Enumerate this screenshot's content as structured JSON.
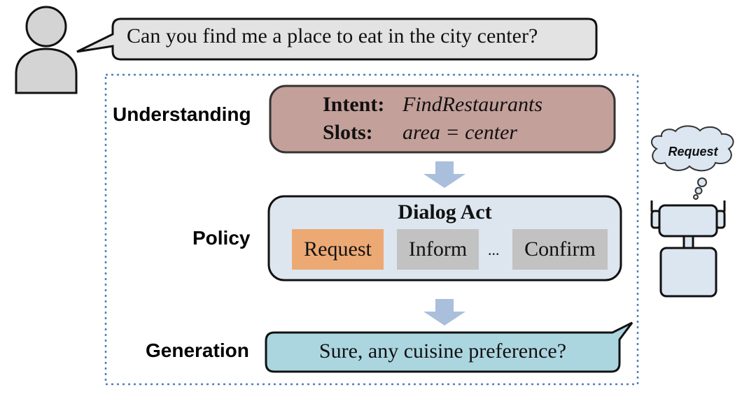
{
  "user_utterance": "Can you find me a place to eat in the city center?",
  "stages": {
    "understanding": "Understanding",
    "policy": "Policy",
    "generation": "Generation"
  },
  "nlu": {
    "intent_label": "Intent:",
    "intent_value": "FindRestaurants",
    "slots_label": "Slots:",
    "slots_value": "area = center"
  },
  "dialog_act": {
    "title": "Dialog Act",
    "acts": [
      {
        "label": "Request",
        "selected": true
      },
      {
        "label": "Inform",
        "selected": false
      },
      {
        "label": "Confirm",
        "selected": false
      }
    ],
    "ellipsis": "..."
  },
  "system_response": "Sure, any cuisine preference?",
  "robot_thought": "Request",
  "colors": {
    "user_bubble": "#e3e3e3",
    "understanding_box": "#c4a09a",
    "policy_box": "#dde6ef",
    "selected_act": "#eda974",
    "unselected_act": "#c2c2c2",
    "generation_bubble": "#abd6e0",
    "arrow": "#a9bfdc",
    "dotted_frame": "#4f7fbf",
    "robot_fill": "#dbe6f1",
    "person_fill": "#d4d4d4"
  }
}
